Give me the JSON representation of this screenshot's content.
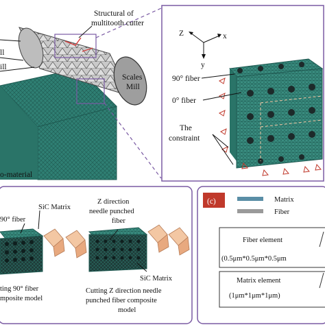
{
  "panel_a": {
    "title_line1": "Structural  of",
    "title_line2": "multitooth cutter",
    "left_label_1": "ll",
    "left_label_2": "ill",
    "mill_label_1": "Scales",
    "mill_label_2": "Mill",
    "bottom_label": "o-material"
  },
  "panel_b": {
    "axis_z": "Z",
    "axis_x": "x",
    "axis_y": "y",
    "fiber90": "90° fiber",
    "fiber0": "0° fiber",
    "constraint_1": "The",
    "constraint_2": "constraint"
  },
  "panel_bottom_left": {
    "fiber90_label": "90° fiber",
    "sic_left": "SiC Matrix",
    "z_needle_1": "Z  direction",
    "z_needle_2": "needle punched",
    "z_needle_3": "fiber",
    "sic_right": "SiC Matrix",
    "cap_left_1": "ting 90° fiber",
    "cap_left_2": "mposite model",
    "cap_right_1": "Cutting Z  direction needle",
    "cap_right_2": "punched     fiber composite",
    "cap_right_3": "model"
  },
  "panel_c": {
    "badge": "(c)",
    "legend_matrix": "Matrix",
    "legend_fiber": "Fiber",
    "fiber_element_title": "Fiber element",
    "fiber_element_size": "(0.5μm*0.5μm*0.5μm",
    "matrix_element_title": "Matrix element",
    "matrix_element_size": "(1μm*1μm*1μm)"
  },
  "colors": {
    "frame": "#7a5aa3",
    "mesh": "#2f7f73",
    "mesh_dark": "#1f5a52",
    "fiber_dot": "#1d2a2a",
    "constraint": "#c0392b",
    "badge": "#c0392b",
    "legend_matrix": "#5a8ea6",
    "legend_fiber": "#9a9a9a",
    "block_face": "#f3c7a3"
  },
  "icons": {
    "axis": "axis-triad-icon",
    "constraint": "constraint-triangle-icon"
  }
}
